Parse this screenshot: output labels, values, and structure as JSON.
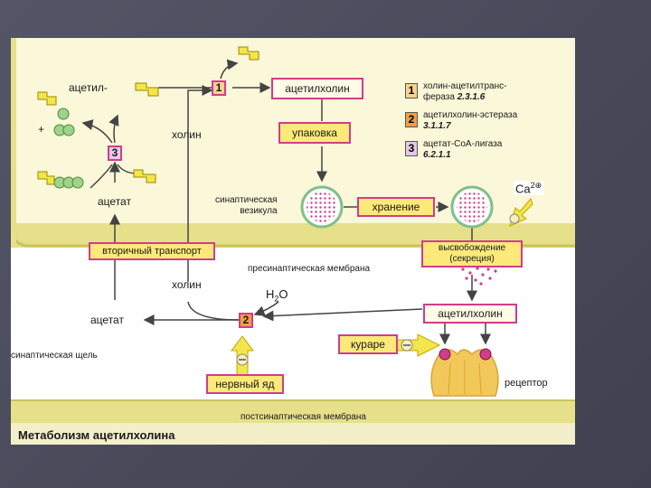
{
  "figure": {
    "title": "Метаболизм ацетилхолина",
    "labels": {
      "acetyl": "ацетил-",
      "plus": "+",
      "acetate_top": "ацетат",
      "choline_top": "холин",
      "acetylcholine_top": "ацетилхолин",
      "packaging": "упаковка",
      "vesicle": "синаптическая\nвезикула",
      "storage": "хранение",
      "calcium": "Ca",
      "calcium_sup": "2⊕",
      "release_line1": "высвобождение",
      "release_line2": "(секреция)",
      "secondary_transport": "вторичный транспорт",
      "presynaptic_membrane": "пресинаптическая мембрана",
      "choline_bottom": "холин",
      "water": "H",
      "water_sub": "2",
      "water_o": "O",
      "acetate_bottom": "ацетат",
      "synaptic_cleft": "синаптическая щель",
      "acetylcholine_bottom": "ацетилхолин",
      "curare": "кураре",
      "nerve_poison": "нервный яд",
      "receptor": "рецептор",
      "postsynaptic_membrane": "постсинаптическая мембрана"
    },
    "enzymes": {
      "n1": "1",
      "n2": "2",
      "n3": "3"
    },
    "legend": [
      {
        "num": "1",
        "line1": "холин-ацетилтранс-",
        "line2": "фераза",
        "ec": "2.3.1.6"
      },
      {
        "num": "2",
        "line1": "ацетилхолин-эстераза",
        "line2": "",
        "ec": "3.1.1.7"
      },
      {
        "num": "3",
        "line1": "ацетат-СоА-лигаза",
        "line2": "",
        "ec": "6.2.1.1"
      }
    ],
    "colors": {
      "cytoplasm": "#fbf7d9",
      "membrane": "#d8d36a",
      "box_border": "#d23c8c",
      "box_fill": "#fffbe6",
      "arrow": "#444444"
    }
  }
}
